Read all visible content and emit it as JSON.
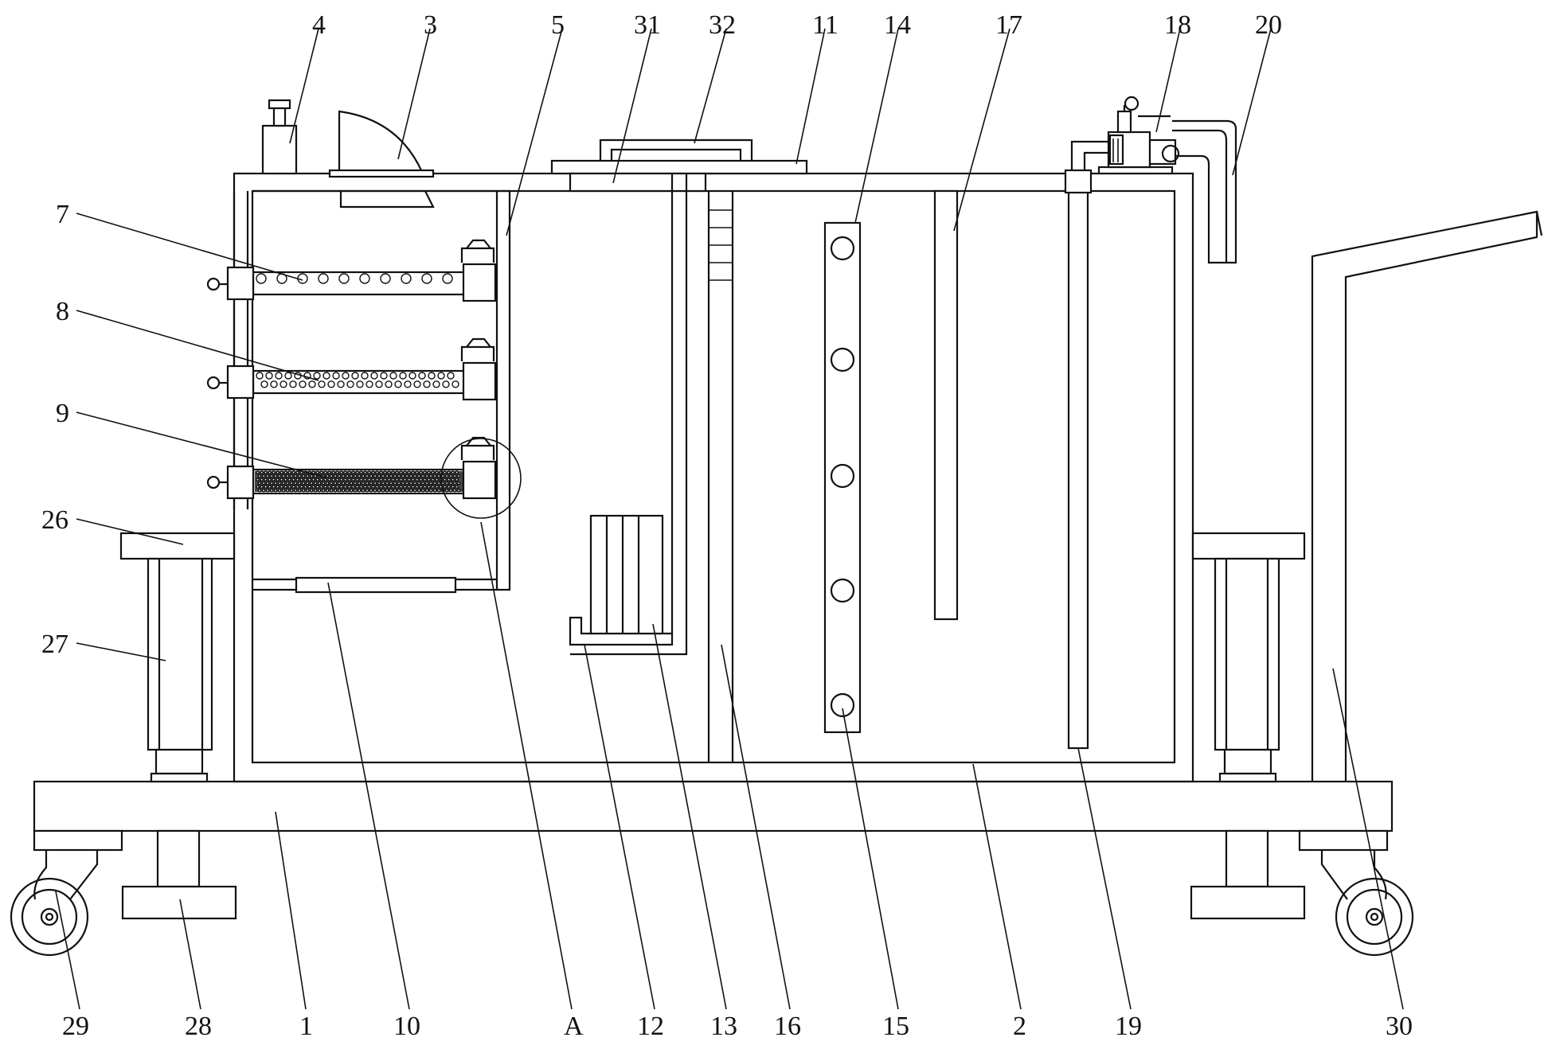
{
  "diagram": {
    "callouts": [
      {
        "id": "4",
        "text": "4"
      },
      {
        "id": "3",
        "text": "3"
      },
      {
        "id": "5",
        "text": "5"
      },
      {
        "id": "31",
        "text": "31"
      },
      {
        "id": "32",
        "text": "32"
      },
      {
        "id": "11",
        "text": "11"
      },
      {
        "id": "14",
        "text": "14"
      },
      {
        "id": "17",
        "text": "17"
      },
      {
        "id": "18",
        "text": "18"
      },
      {
        "id": "20",
        "text": "20"
      },
      {
        "id": "7",
        "text": "7"
      },
      {
        "id": "8",
        "text": "8"
      },
      {
        "id": "9",
        "text": "9"
      },
      {
        "id": "26",
        "text": "26"
      },
      {
        "id": "27",
        "text": "27"
      },
      {
        "id": "29",
        "text": "29"
      },
      {
        "id": "28",
        "text": "28"
      },
      {
        "id": "1",
        "text": "1"
      },
      {
        "id": "10",
        "text": "10"
      },
      {
        "id": "A",
        "text": "A"
      },
      {
        "id": "12",
        "text": "12"
      },
      {
        "id": "13",
        "text": "13"
      },
      {
        "id": "16",
        "text": "16"
      },
      {
        "id": "15",
        "text": "15"
      },
      {
        "id": "2",
        "text": "2"
      },
      {
        "id": "19",
        "text": "19"
      },
      {
        "id": "30",
        "text": "30"
      }
    ]
  }
}
